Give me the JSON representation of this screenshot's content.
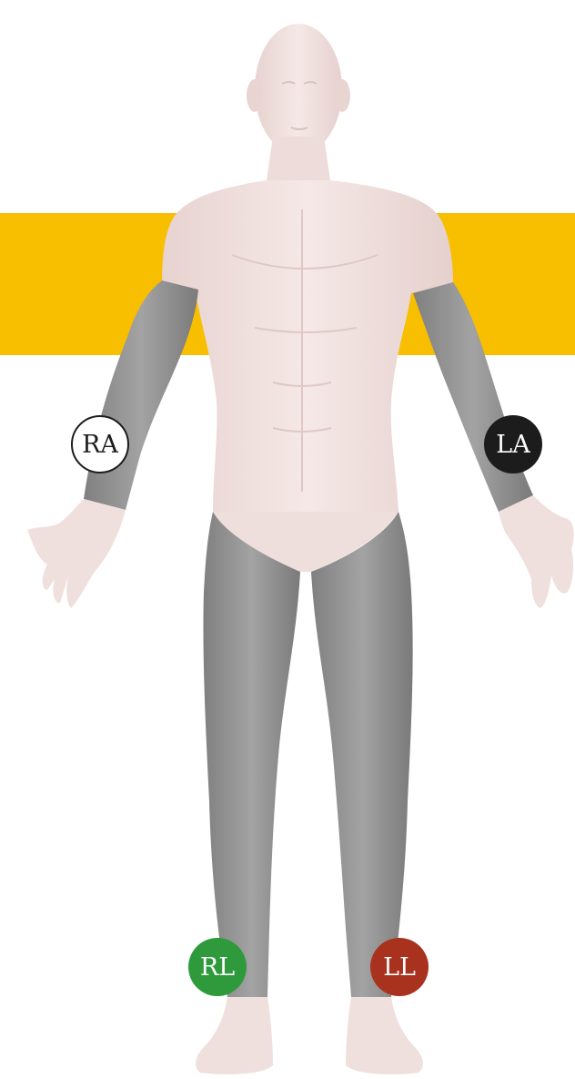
{
  "electrodes": {
    "ra": {
      "label": "RA",
      "fill": "#ffffff",
      "text_color": "#1c1c1c"
    },
    "la": {
      "label": "LA",
      "fill": "#1c1c1c",
      "text_color": "#ffffff"
    },
    "rl": {
      "label": "RL",
      "fill": "#2e9a3c",
      "text_color": "#ffffff"
    },
    "ll": {
      "label": "LL",
      "fill": "#a8321e",
      "text_color": "#ffffff"
    }
  },
  "colors": {
    "band": "#f8be00",
    "skin": "#f1e1de",
    "skin_shade": "#e2cdca",
    "limb_highlight": "#8e8e8e",
    "background": "#ffffff"
  }
}
